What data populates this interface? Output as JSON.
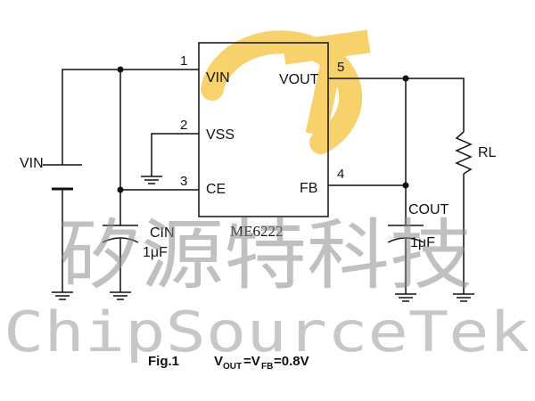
{
  "chip": {
    "part_number": "ME6222",
    "pins": [
      {
        "number": "1",
        "name": "VIN"
      },
      {
        "number": "2",
        "name": "VSS"
      },
      {
        "number": "3",
        "name": "CE"
      },
      {
        "number": "5",
        "name": "VOUT"
      },
      {
        "number": "4",
        "name": "FB"
      }
    ]
  },
  "components": {
    "source_label": "VIN",
    "cin_label": "CIN",
    "cin_value": "1μF",
    "cout_label": "COUT",
    "cout_value": "1μF",
    "load_label": "RL"
  },
  "watermark": {
    "chinese": "矽源特科技",
    "english": "ChipSourceTek",
    "logo_letters": "ST",
    "logo_color": "#f5c33b"
  },
  "caption": {
    "fig": "Fig.1",
    "v_out": "V",
    "out_sub": "OUT",
    "eq1": "=V",
    "fb_sub": "FB",
    "eq2": "=0.8V"
  }
}
